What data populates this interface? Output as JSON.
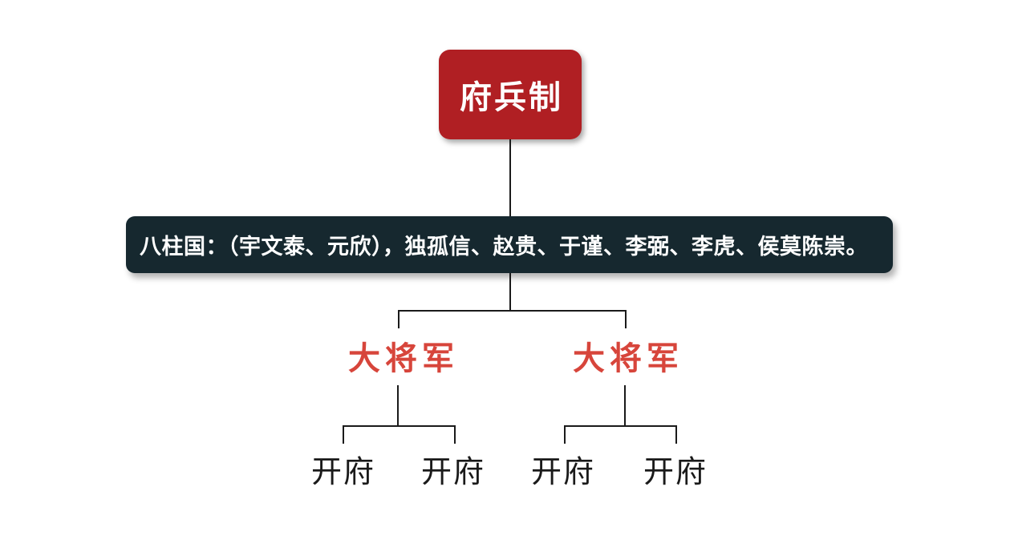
{
  "diagram": {
    "root": {
      "label": "府兵制"
    },
    "pillars": {
      "label": "八柱国：（宇文泰、元欣），独孤信、赵贵、于谨、李弼、李虎、侯莫陈崇。"
    },
    "generals": [
      {
        "label": "大将军"
      },
      {
        "label": "大将军"
      }
    ],
    "offices": [
      {
        "label": "开府"
      },
      {
        "label": "开府"
      },
      {
        "label": "开府"
      },
      {
        "label": "开府"
      }
    ],
    "colors": {
      "root_bg": "#b01f23",
      "root_text": "#ffffff",
      "pillars_bg": "#16282f",
      "pillars_text": "#ffffff",
      "general_text": "#d7453b",
      "office_text": "#1a1a1a",
      "connector": "#1a1a1a",
      "background": "#ffffff"
    }
  }
}
